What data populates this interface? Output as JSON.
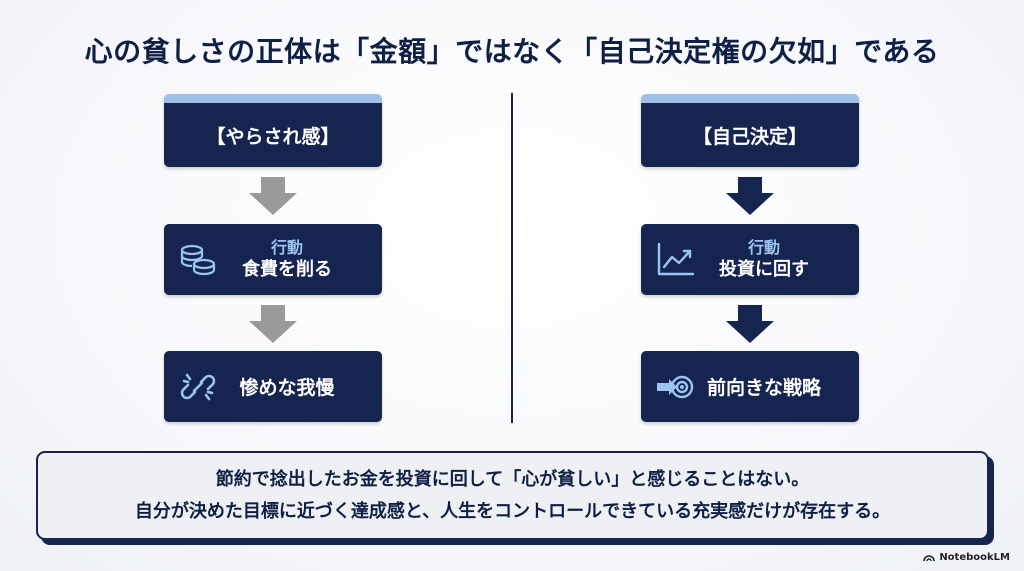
{
  "title": "心の貧しさの正体は「金額」ではなく「自己決定権の欠如」である",
  "left": {
    "header": "【やらされ感】",
    "step1_kicker": "行動",
    "step1_label": "食費を削る",
    "step1_icon": "coins-icon",
    "step2_label": "惨めな我慢",
    "step2_icon": "broken-link-icon",
    "arrow_color": "#9a9a9a"
  },
  "right": {
    "header": "【自己決定】",
    "step1_kicker": "行動",
    "step1_label": "投資に回す",
    "step1_icon": "trend-chart-icon",
    "step2_label": "前向きな戦略",
    "step2_icon": "target-arrow-icon",
    "arrow_color": "#152550"
  },
  "note": {
    "line1": "節約で捻出したお金を投資に回して「心が貧しい」と感じることはない。",
    "line2": "自分が決めた目標に近づく達成感と、人生をコントロールできている充実感だけが存在する。"
  },
  "brand": "NotebookLM",
  "colors": {
    "navy": "#152550",
    "header_accent": "#9fc0e6",
    "kicker": "#9cc4f0"
  }
}
